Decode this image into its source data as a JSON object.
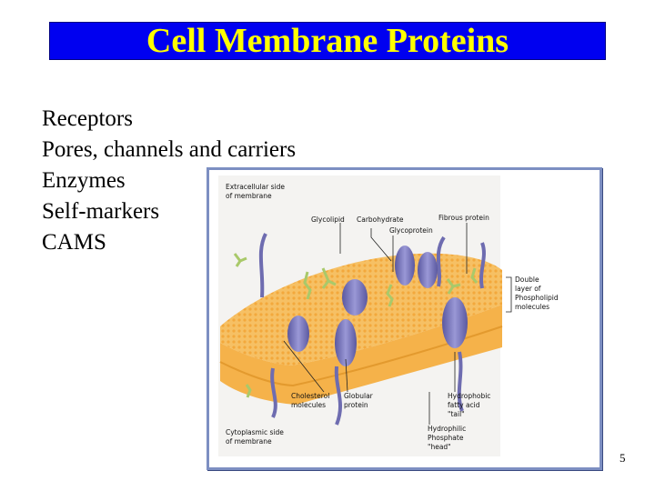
{
  "slide": {
    "title": "Cell Membrane Proteins",
    "bullets": [
      "Receptors",
      "Pores, channels and carriers",
      "Enzymes",
      "Self-markers",
      "CAMS"
    ],
    "page_number": "5"
  },
  "figure": {
    "labels": {
      "extracellular_1": "Extracellular side",
      "extracellular_2": "of membrane",
      "glycolipid": "Glycolipid",
      "carbohydrate": "Carbohydrate",
      "fibrous_protein": "Fibrous protein",
      "glycoprotein": "Glycoprotein",
      "double_layer": "Double\nlayer of\nPhospholipid\nmolecules",
      "cholesterol": "Cholesterol\nmolecules",
      "globular": "Globular\nprotein",
      "hydrophobic": "Hydrophobic\nfatty acid\n\"tail\"",
      "cytoplasmic_1": "Cytoplasmic side",
      "cytoplasmic_2": "of membrane",
      "hydrophilic": "Hydrophilic\nPhosphate\n\"head\""
    },
    "colors": {
      "membrane_top": "#f7c56a",
      "membrane_side": "#f5b24a",
      "protein": "#7a78b8",
      "carbohydrate": "#a9c96a",
      "frame_border": "#7d8fc2"
    }
  }
}
